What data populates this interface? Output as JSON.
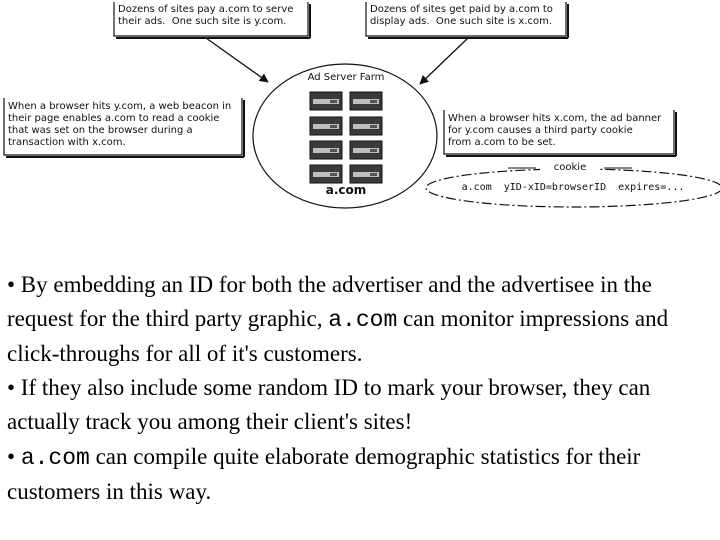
{
  "diagram": {
    "note_top_left": "Dozens of sites pay a.com to serve\ntheir ads.  One such site is y.com.",
    "note_top_right": "Dozens of sites get paid by a.com to\ndisplay ads.  One such site is x.com.",
    "note_left": "When a browser hits y.com, a web beacon in\ntheir page enables a.com to read a cookie\nthat was set on the browser during a\ntransaction with x.com.",
    "note_right": "When a browser hits x.com, the ad banner\nfor y.com causes a third party cookie\nfrom a.com to be set.",
    "server_label": "Ad Server Farm",
    "server_brand": "a.com",
    "cookie_title": "cookie",
    "cookie_body": "a.com  yID-xID=browserID  expires=..."
  },
  "bullets": [
    {
      "prefix": "• By embedding an ID for both the advertiser and the advertisee in the request for the third party graphic, ",
      "code": "a.com",
      "suffix": " can monitor impressions and click-throughs for all of it's customers."
    },
    {
      "prefix": "• If they also include some random ID to mark your browser, they can actually track you among their client's sites!",
      "code": "",
      "suffix": ""
    },
    {
      "prefix": "• ",
      "code": "a.com",
      "suffix": " can compile quite elaborate demographic statistics for their customers in this way."
    }
  ]
}
